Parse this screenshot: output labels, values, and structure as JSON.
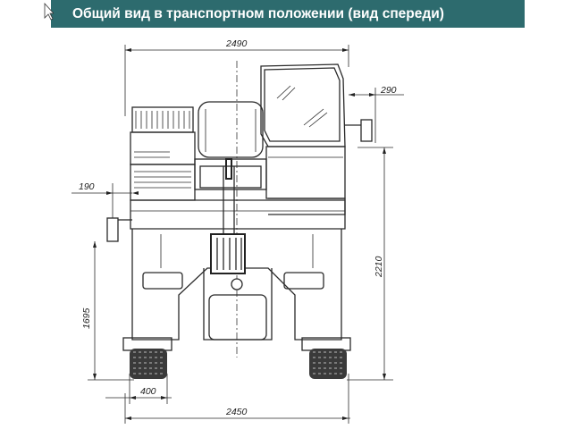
{
  "header": {
    "title": "Общий вид в транспортном положении (вид спереди)",
    "bar_color": "#2d6b6e",
    "text_color": "#ffffff"
  },
  "dimensions": {
    "overall_width": "2490",
    "mirror_offset_right": "290",
    "mirror_offset_left": "190",
    "overall_height": "2210",
    "mirror_height": "1695",
    "wheel_width": "400",
    "track_width": "2450"
  },
  "icons": {
    "corner": "cursor-arrow-icon"
  }
}
